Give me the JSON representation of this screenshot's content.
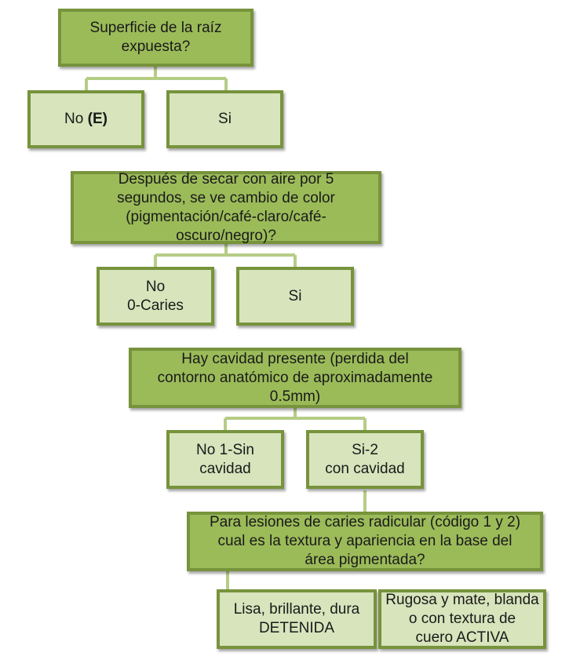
{
  "flowchart": {
    "q1": {
      "text": "Superficie de la raíz\nexpuesta?"
    },
    "q1_no": {
      "text": "No",
      "tag": "(E)"
    },
    "q1_si": {
      "text": "Si"
    },
    "q2": {
      "text": "Después de secar con aire por 5\nsegundos, se ve cambio de color\n(pigmentación/café-claro/café-\noscuro/negro)?"
    },
    "q2_no": {
      "text": "No\n0-Caries"
    },
    "q2_si": {
      "text": "Si"
    },
    "q3": {
      "text": "Hay  cavidad  presente (perdida del\ncontorno anatómico de aproximadamente\n0.5mm)"
    },
    "q3_no": {
      "text": "No 1-Sin\ncavidad"
    },
    "q3_si": {
      "text": "Si-2\ncon cavidad"
    },
    "q4": {
      "text": "Para lesiones de caries radicular (código 1 y 2)\ncual es la textura y apariencia en la base del\nárea pigmentada?"
    },
    "q4_a": {
      "text": "Lisa, brillante, dura\nDETENIDA"
    },
    "q4_b": {
      "text": "Rugosa y mate, blanda\no con textura de\ncuero ACTIVA"
    }
  },
  "colors": {
    "question_fill": "#9bbb59",
    "answer_fill": "#d7e4bc",
    "border": "#77933c",
    "connector": "#b5cd85"
  }
}
